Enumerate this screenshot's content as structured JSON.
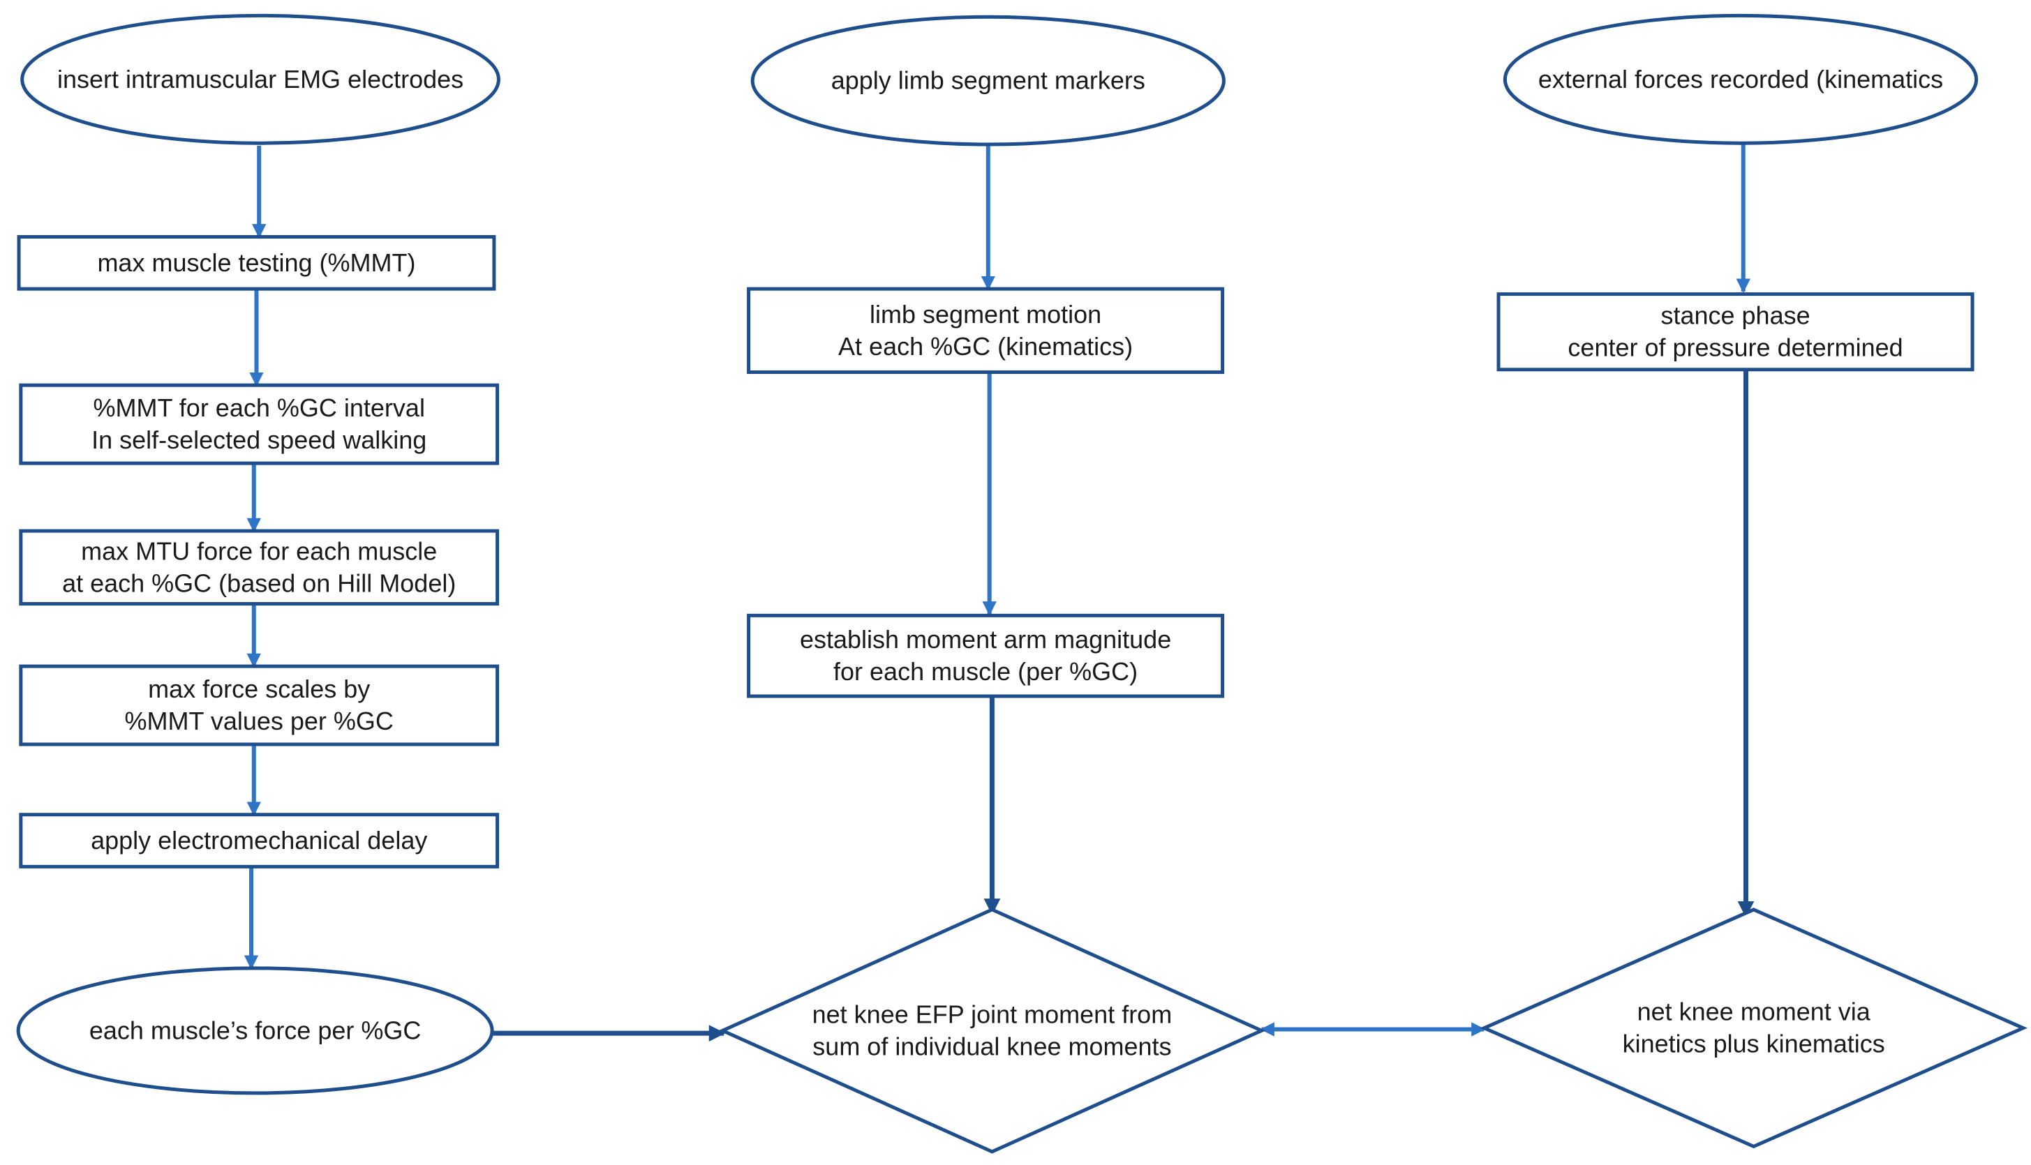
{
  "colors": {
    "shape_stroke": "#1f4e8c",
    "arrow_light": "#2e75c7",
    "arrow_dark": "#1f4e8c",
    "background": "#ffffff"
  },
  "nodes": {
    "emg": {
      "shape": "ellipse",
      "lines": [
        "insert intramuscular EMG electrodes"
      ]
    },
    "markers": {
      "shape": "ellipse",
      "lines": [
        "apply limb segment markers"
      ]
    },
    "external": {
      "shape": "ellipse",
      "lines": [
        "external forces recorded (kinematics"
      ]
    },
    "mmt": {
      "shape": "rect",
      "lines": [
        "max muscle testing (%MMT)"
      ]
    },
    "mmt_interval": {
      "shape": "rect",
      "lines": [
        "%MMT  for each %GC interval",
        "In self-selected speed walking"
      ]
    },
    "mtu": {
      "shape": "rect",
      "lines": [
        "max MTU force for each muscle",
        "at each %GC (based on Hill Model)"
      ]
    },
    "scales": {
      "shape": "rect",
      "lines": [
        "max force scales by",
        "%MMT  values per %GC"
      ]
    },
    "delay": {
      "shape": "rect",
      "lines": [
        "apply electromechanical delay"
      ]
    },
    "force": {
      "shape": "ellipse",
      "lines": [
        "each muscle’s force per %GC"
      ]
    },
    "motion": {
      "shape": "rect",
      "lines": [
        "limb segment motion",
        "At each %GC (kinematics)"
      ]
    },
    "moment_arm": {
      "shape": "rect",
      "lines": [
        "establish moment arm magnitude",
        "for each muscle (per %GC)"
      ]
    },
    "net_efp": {
      "shape": "diamond",
      "lines": [
        "net knee  EFP joint moment from",
        "sum of individual  knee moments"
      ]
    },
    "stance": {
      "shape": "rect",
      "lines": [
        "stance phase",
        "center of pressure determined"
      ]
    },
    "net_kinetics": {
      "shape": "diamond",
      "lines": [
        "net knee moment via",
        "kinetics plus kinematics"
      ]
    }
  },
  "connections": [
    {
      "from": "emg",
      "to": "mmt",
      "style": "light"
    },
    {
      "from": "mmt",
      "to": "mmt_interval",
      "style": "light"
    },
    {
      "from": "mmt_interval",
      "to": "mtu",
      "style": "light"
    },
    {
      "from": "mtu",
      "to": "scales",
      "style": "light"
    },
    {
      "from": "scales",
      "to": "delay",
      "style": "light"
    },
    {
      "from": "delay",
      "to": "force",
      "style": "light"
    },
    {
      "from": "force",
      "to": "net_efp",
      "style": "dark"
    },
    {
      "from": "markers",
      "to": "motion",
      "style": "light"
    },
    {
      "from": "motion",
      "to": "moment_arm",
      "style": "light"
    },
    {
      "from": "moment_arm",
      "to": "net_efp",
      "style": "dark"
    },
    {
      "from": "external",
      "to": "stance",
      "style": "light"
    },
    {
      "from": "stance",
      "to": "net_kinetics",
      "style": "dark"
    },
    {
      "from": "net_efp",
      "to": "net_kinetics",
      "style": "light",
      "bidirectional": true
    }
  ]
}
